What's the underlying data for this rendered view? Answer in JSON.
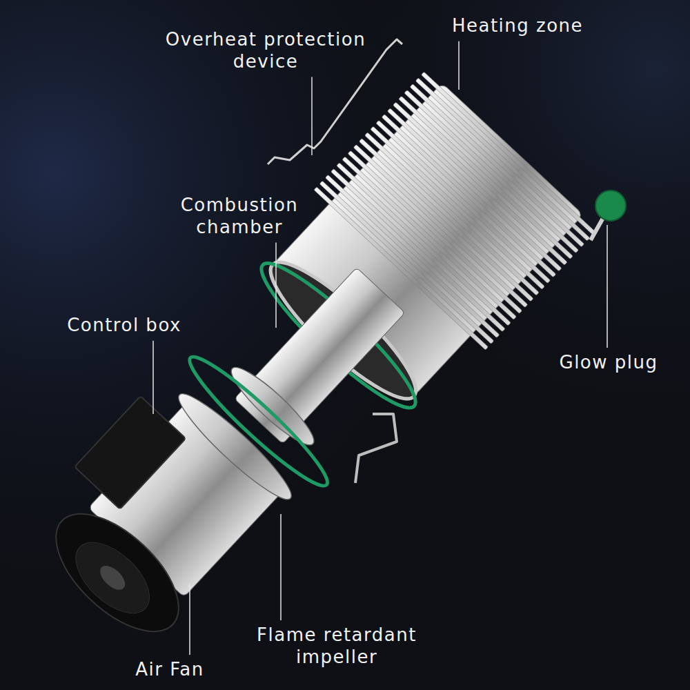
{
  "diagram": {
    "labels": [
      "Overheat protection device",
      "Heating zone",
      "Combustion chamber",
      "Control box",
      "Glow plug",
      "Flame retardant impeller",
      "Air Fan"
    ]
  }
}
